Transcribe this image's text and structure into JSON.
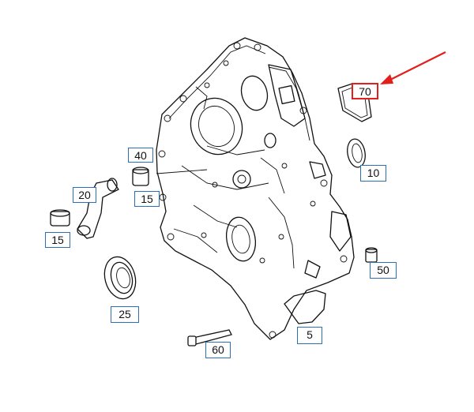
{
  "diagram": {
    "callouts": [
      {
        "id": "70",
        "label": "70",
        "highlight": true
      },
      {
        "id": "10",
        "label": "10",
        "highlight": false
      },
      {
        "id": "40",
        "label": "40",
        "highlight": false
      },
      {
        "id": "15a",
        "label": "15",
        "highlight": false
      },
      {
        "id": "20",
        "label": "20",
        "highlight": false
      },
      {
        "id": "15b",
        "label": "15",
        "highlight": false
      },
      {
        "id": "50",
        "label": "50",
        "highlight": false
      },
      {
        "id": "25",
        "label": "25",
        "highlight": false
      },
      {
        "id": "5",
        "label": "5",
        "highlight": false
      },
      {
        "id": "60",
        "label": "60",
        "highlight": false
      }
    ],
    "colors": {
      "callout_border": "#2d6fb6",
      "highlight": "#e0211b",
      "line": "#111111"
    }
  }
}
